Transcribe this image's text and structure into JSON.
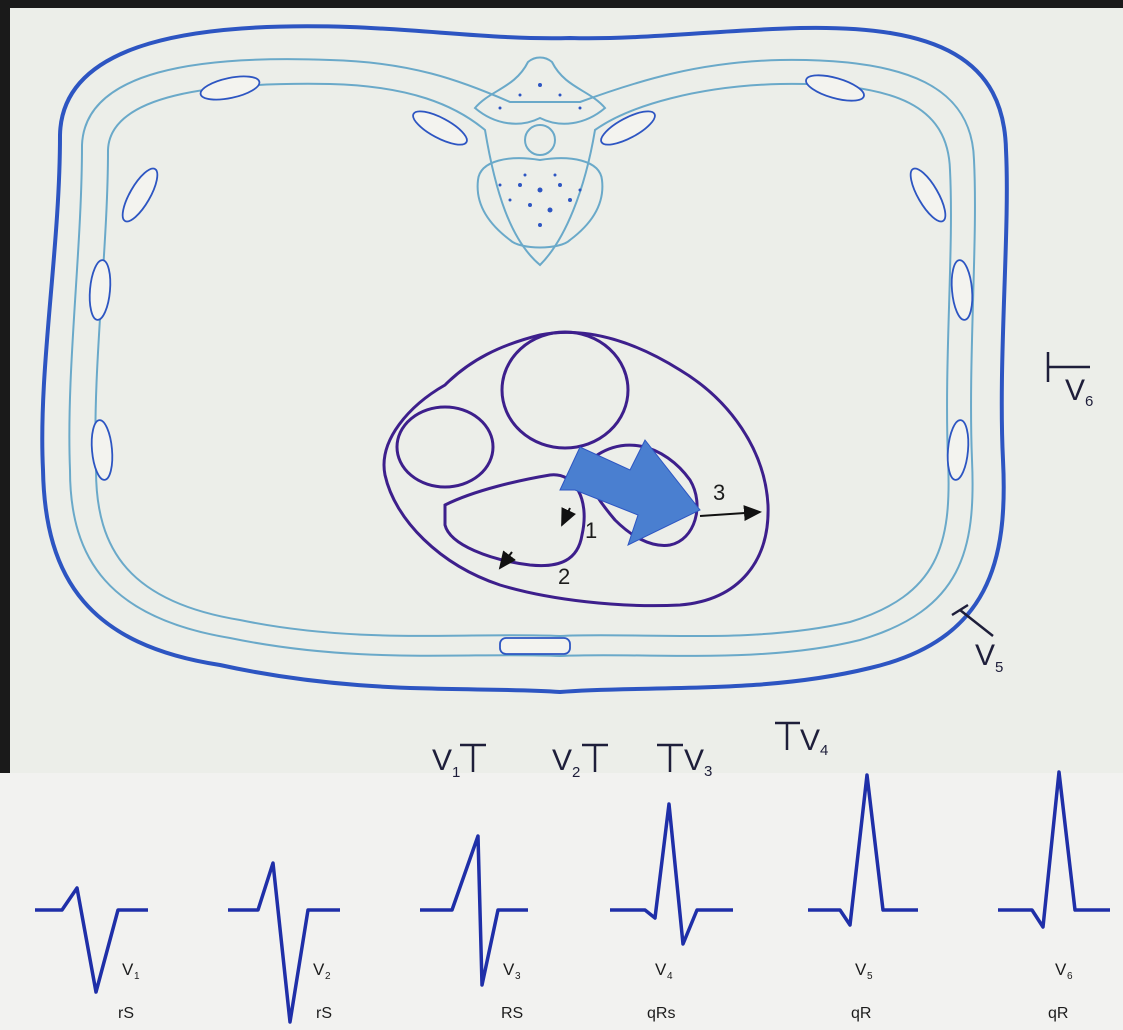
{
  "colors": {
    "thorax_outer": "#2d55c2",
    "thorax_inner": "#6aa9c9",
    "heart": "#3d1f8c",
    "vector_arrow": "#4a7fd0",
    "ecg_trace": "#1f2fa8"
  },
  "heart": {
    "markers": [
      {
        "id": "1",
        "text": "1"
      },
      {
        "id": "2",
        "text": "2"
      },
      {
        "id": "3",
        "text": "3"
      }
    ]
  },
  "electrodes": [
    {
      "lead": "V",
      "sub": "1"
    },
    {
      "lead": "V",
      "sub": "2"
    },
    {
      "lead": "V",
      "sub": "3"
    },
    {
      "lead": "V",
      "sub": "4"
    },
    {
      "lead": "V",
      "sub": "5"
    },
    {
      "lead": "V",
      "sub": "6"
    }
  ],
  "waveforms": [
    {
      "lead": "V",
      "sub": "1",
      "pattern": "rS"
    },
    {
      "lead": "V",
      "sub": "2",
      "pattern": "rS"
    },
    {
      "lead": "V",
      "sub": "3",
      "pattern": "RS"
    },
    {
      "lead": "V",
      "sub": "4",
      "pattern": "qRs"
    },
    {
      "lead": "V",
      "sub": "5",
      "pattern": "qR"
    },
    {
      "lead": "V",
      "sub": "6",
      "pattern": "qR"
    }
  ]
}
